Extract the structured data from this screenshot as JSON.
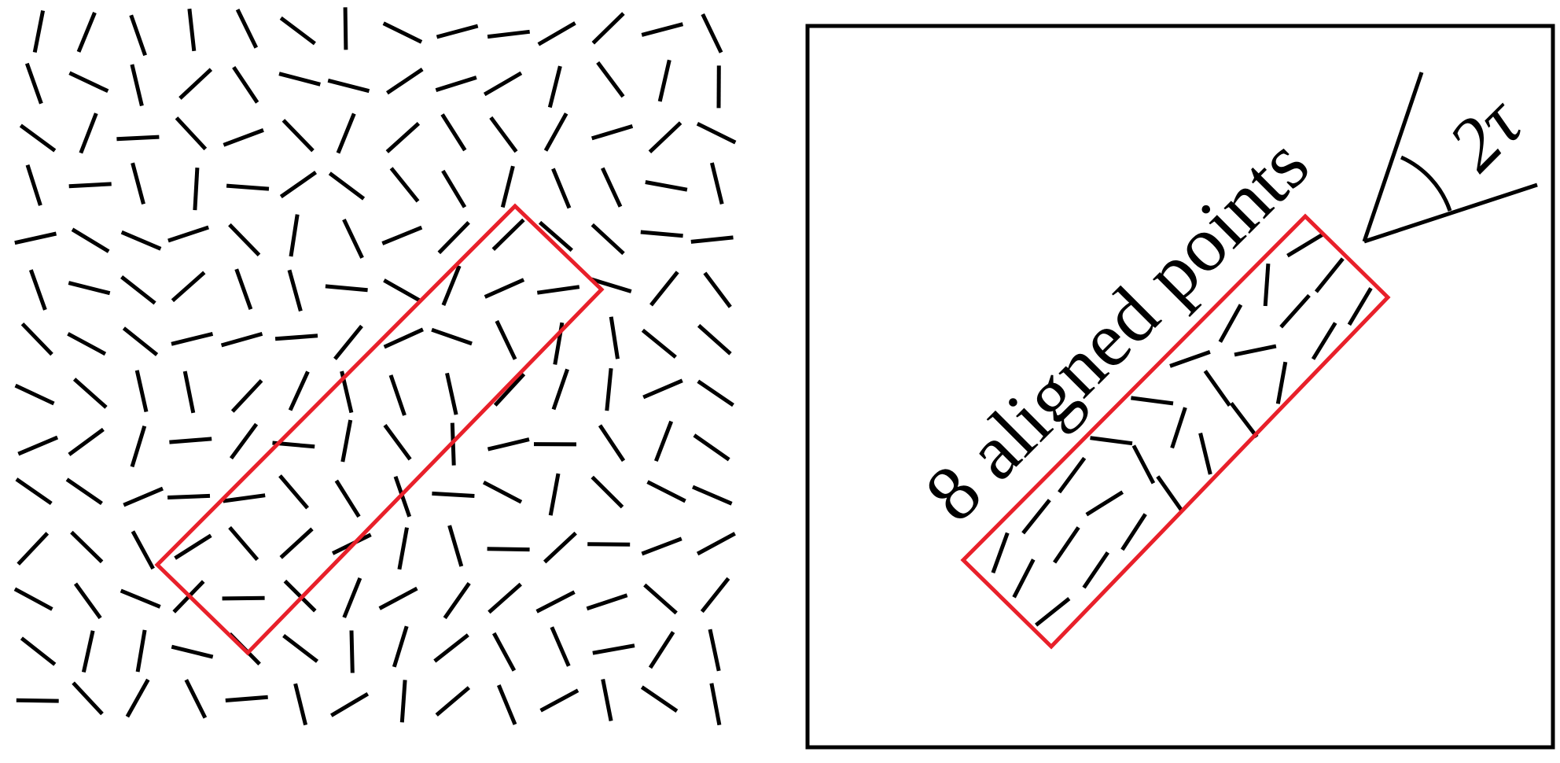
{
  "figure": {
    "highlight_color": "#e8202a",
    "line_color": "#000000",
    "left_panel": {
      "description_icon": "random-segment-field"
    },
    "right_panel": {
      "region_label": "8 aligned points",
      "angle_label": "2τ",
      "icon": "angle-wedge-icon"
    }
  }
}
